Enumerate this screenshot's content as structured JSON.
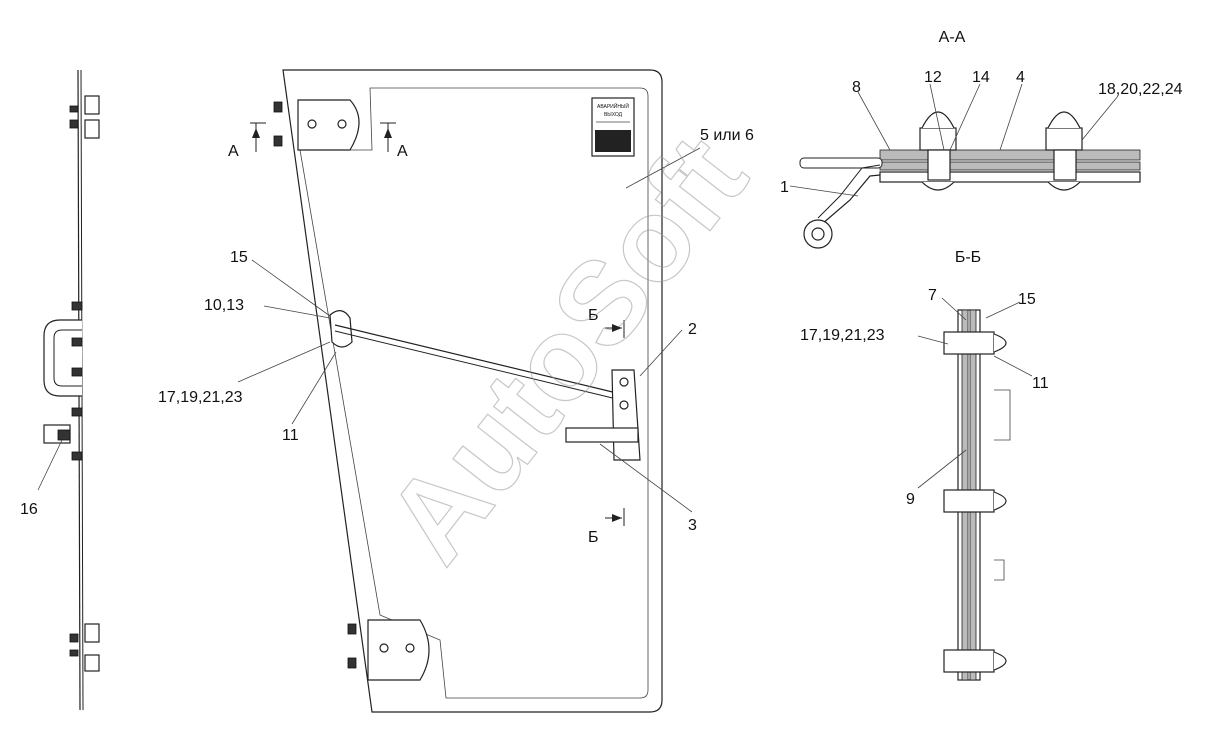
{
  "labels": {
    "section_aa_title": "А-А",
    "section_bb_title": "Б-Б",
    "cut_a_left": "А",
    "cut_a_right": "А",
    "cut_b_top": "Б",
    "cut_b_bottom": "Б",
    "p1": "1",
    "p2": "2",
    "p3": "3",
    "p4": "4",
    "p5_6": "5 или 6",
    "p7": "7",
    "p8": "8",
    "p9": "9",
    "p10_13": "10,13",
    "p11_main": "11",
    "p11_bb": "11",
    "p12": "12",
    "p14": "14",
    "p15_main": "15",
    "p15_bb": "15",
    "p16": "16",
    "p17_main": "17,19,21,23",
    "p17_bb": "17,19,21,23",
    "p18": "18,20,22,24"
  },
  "sign": {
    "line1": "АВАРИЙНЫЙ",
    "line2": "ВЫХОД"
  },
  "watermark": "AutoSoft"
}
